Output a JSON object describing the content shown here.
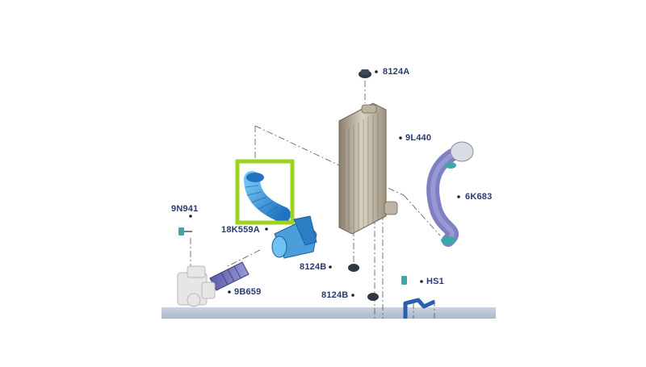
{
  "diagram": {
    "parts": [
      {
        "id": "cap_top",
        "label": "8124A",
        "icon": "bolt-cap-icon"
      },
      {
        "id": "intercooler",
        "label": "9L440",
        "icon": "intercooler-icon"
      },
      {
        "id": "right_hose",
        "label": "6K683",
        "icon": "hose-icon"
      },
      {
        "id": "highlighted_hose",
        "label": "18K559A",
        "icon": "hose-icon"
      },
      {
        "id": "clip",
        "label": "9N941",
        "icon": "clip-icon"
      },
      {
        "id": "throttle_tube",
        "label": "9B659",
        "icon": "tube-icon"
      },
      {
        "id": "cap_mid",
        "label": "8124B",
        "icon": "bolt-cap-icon"
      },
      {
        "id": "cap_low",
        "label": "8124B",
        "icon": "bolt-cap-icon"
      },
      {
        "id": "hose_bracket",
        "label": "HS1",
        "icon": "bracket-icon"
      }
    ],
    "highlight_color": "#9fd321",
    "part_color": "#2a8fd6",
    "label_color": "#2a3a70"
  }
}
